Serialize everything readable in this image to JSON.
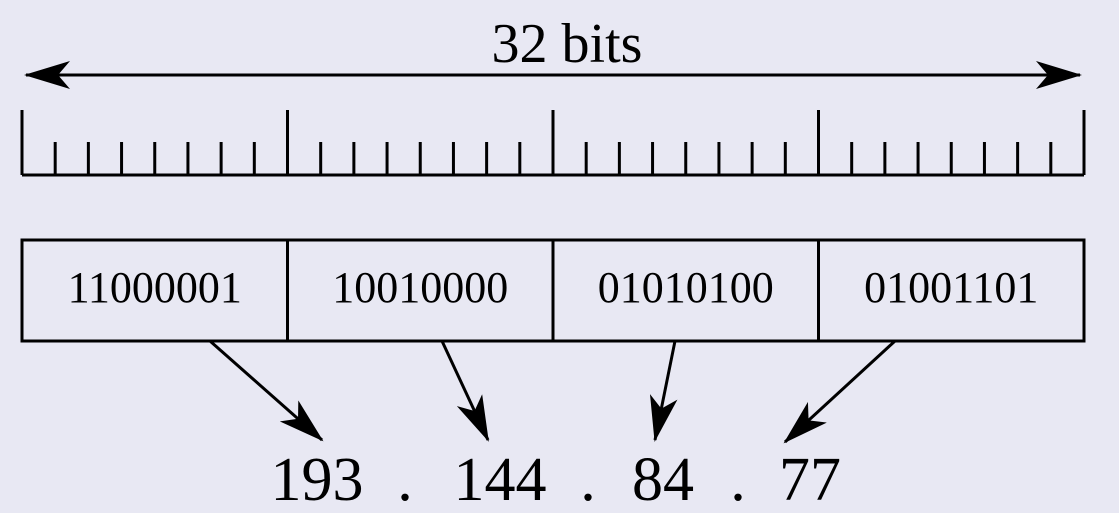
{
  "title": "32 bits",
  "octets_binary": [
    "11000001",
    "10010000",
    "01010100",
    "01001101"
  ],
  "octets_decimal": [
    "193",
    "144",
    "84",
    "77"
  ],
  "separator": ".",
  "colors": {
    "background": "#e8e8f3",
    "stroke": "#000000"
  }
}
